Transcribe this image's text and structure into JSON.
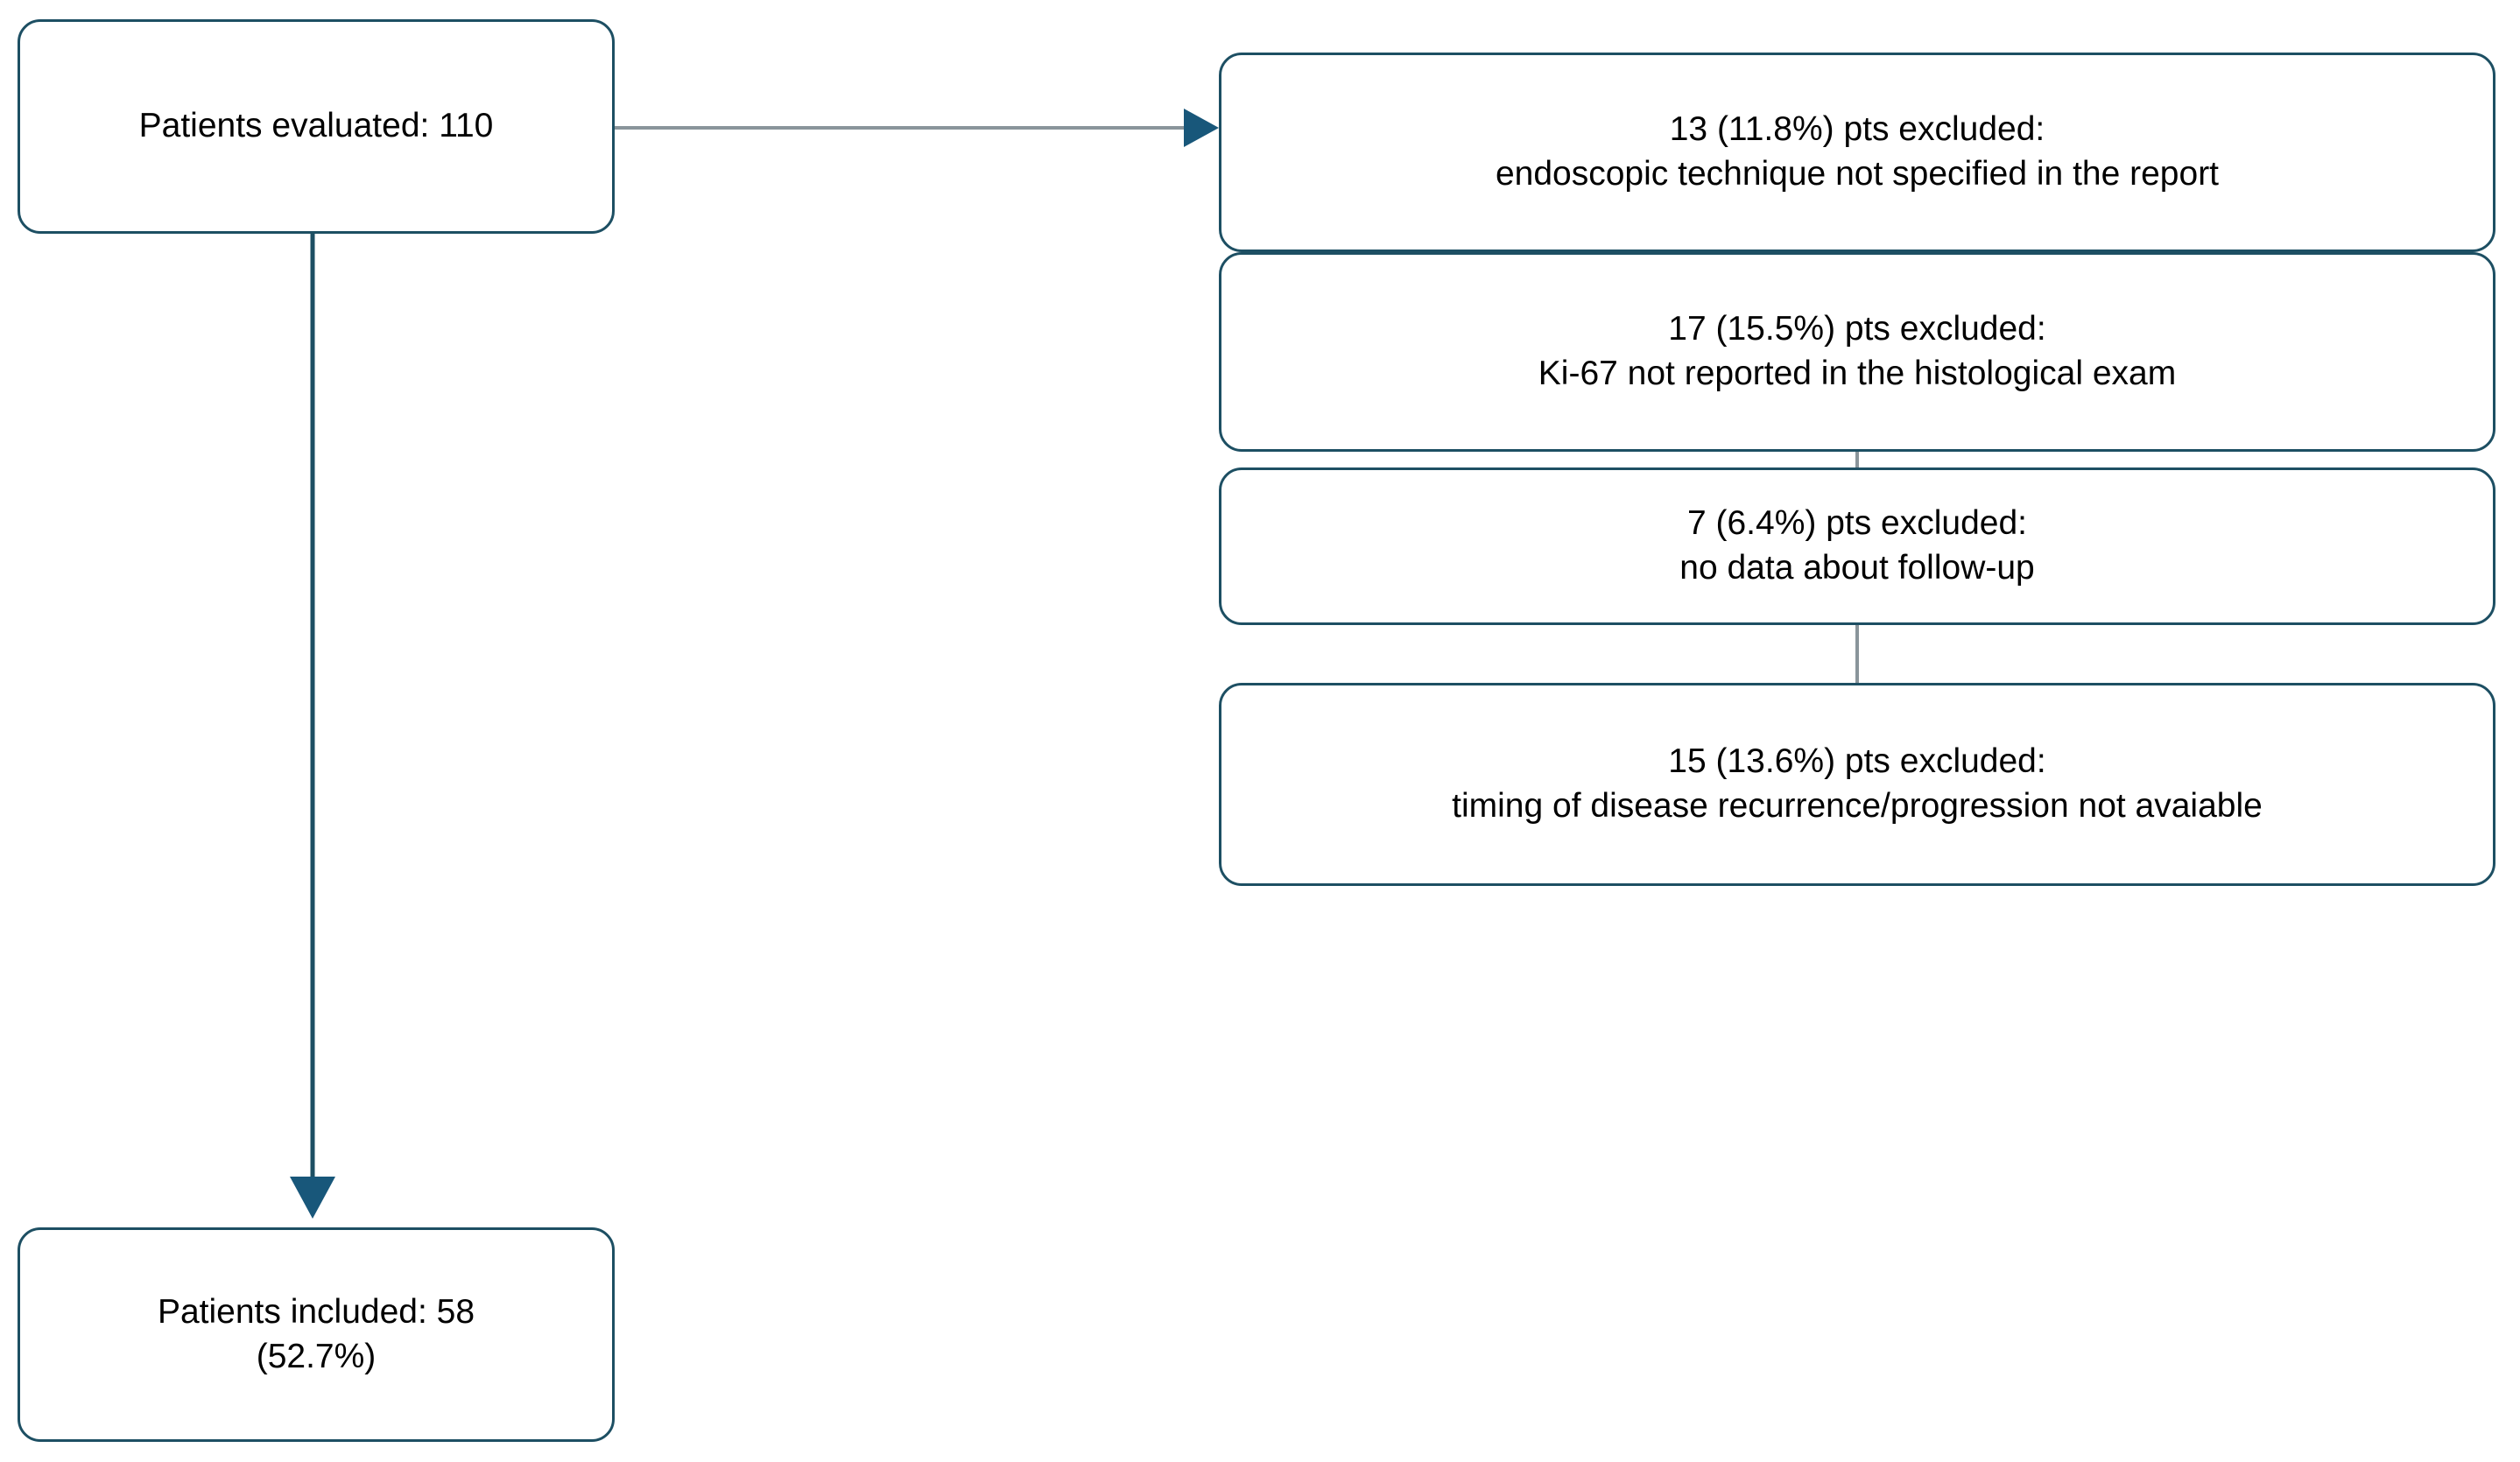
{
  "diagram": {
    "type": "patient-flow-chart",
    "accent_color": "#1d4f63",
    "connector_color": "#6b7c85",
    "arrow_color": "#1a5a7a",
    "background_color": "#ffffff",
    "nodes": {
      "evaluated": {
        "label": "Patients evaluated: 110",
        "count": 110
      },
      "included": {
        "line1": "Patients included: 58",
        "line2": "(52.7%)",
        "count": 58,
        "percent": "52.7%"
      }
    },
    "exclusions": [
      {
        "headline": "13 (11.8%) pts excluded:",
        "reason": "endoscopic technique not specified in the report",
        "count": 13,
        "percent": "11.8%"
      },
      {
        "headline": "17 (15.5%) pts excluded:",
        "reason": "Ki-67 not reported in the histological exam",
        "count": 17,
        "percent": "15.5%"
      },
      {
        "headline": "7 (6.4%) pts excluded:",
        "reason": "no data about follow-up",
        "count": 7,
        "percent": "6.4%"
      },
      {
        "headline": "15 (13.6%) pts excluded:",
        "reason": "timing of disease recurrence/progression not avaiable",
        "count": 15,
        "percent": "13.6%"
      }
    ],
    "connectors": [
      {
        "name": "evaluated-to-exclusions",
        "style": "horizontal-arrow"
      },
      {
        "name": "evaluated-to-included",
        "style": "vertical-arrow"
      },
      {
        "name": "exclusion-chain",
        "style": "vertical-line"
      }
    ]
  }
}
